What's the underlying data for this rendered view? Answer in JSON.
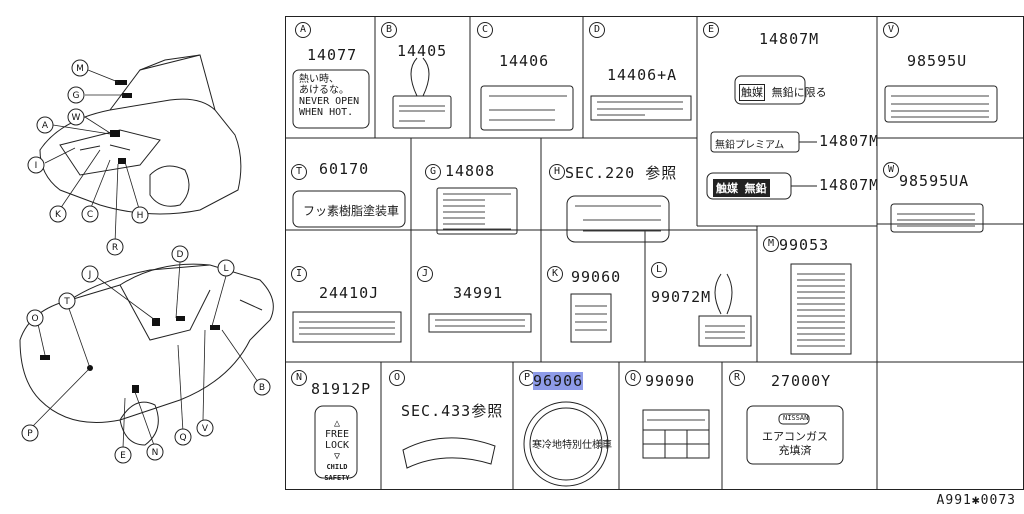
{
  "figure_id": "A991✱0073",
  "callouts_top": [
    "M",
    "G",
    "W",
    "A",
    "I",
    "K",
    "C",
    "H",
    "R"
  ],
  "callouts_bottom": [
    "D",
    "J",
    "L",
    "O",
    "T",
    "P",
    "E",
    "N",
    "Q",
    "V",
    "B"
  ],
  "cells": {
    "A": {
      "letter": "A",
      "part": "14077",
      "text": [
        "熱い時、",
        "あけるな。",
        "NEVER OPEN",
        "WHEN HOT."
      ]
    },
    "B": {
      "letter": "B",
      "part": "14405"
    },
    "C": {
      "letter": "C",
      "part": "14406"
    },
    "D": {
      "letter": "D",
      "part": "14406+A"
    },
    "E": {
      "letter": "E",
      "part": "14807M",
      "labels": [
        "触媒",
        "無鉛に限る",
        "無鉛プレミアム",
        "14807M",
        "14807M"
      ]
    },
    "V": {
      "letter": "V",
      "part": "98595U"
    },
    "W": {
      "letter": "W",
      "part": "98595UA"
    },
    "T": {
      "letter": "T",
      "part": "60170",
      "text": "フッ素樹脂塗装車"
    },
    "G": {
      "letter": "G",
      "part": "14808"
    },
    "H": {
      "letter": "H",
      "part": "SEC.220 参照"
    },
    "M": {
      "letter": "M",
      "part": "99053"
    },
    "I": {
      "letter": "I",
      "part": "24410J"
    },
    "J": {
      "letter": "J",
      "part": "34991"
    },
    "K": {
      "letter": "K",
      "part": "99060"
    },
    "L": {
      "letter": "L",
      "part": "99072M"
    },
    "N": {
      "letter": "N",
      "part": "81912P",
      "text": [
        "FREE",
        "LOCK",
        "CHILD SAFETY"
      ]
    },
    "O": {
      "letter": "O",
      "part": "SEC.433参照"
    },
    "P": {
      "letter": "P",
      "part": "96906",
      "text": "寒冷地特別仕様車"
    },
    "Q": {
      "letter": "Q",
      "part": "99090"
    },
    "R": {
      "letter": "R",
      "part": "27000Y",
      "brand": "NISSAN",
      "text": [
        "エアコンガス",
        "充填済"
      ]
    }
  }
}
